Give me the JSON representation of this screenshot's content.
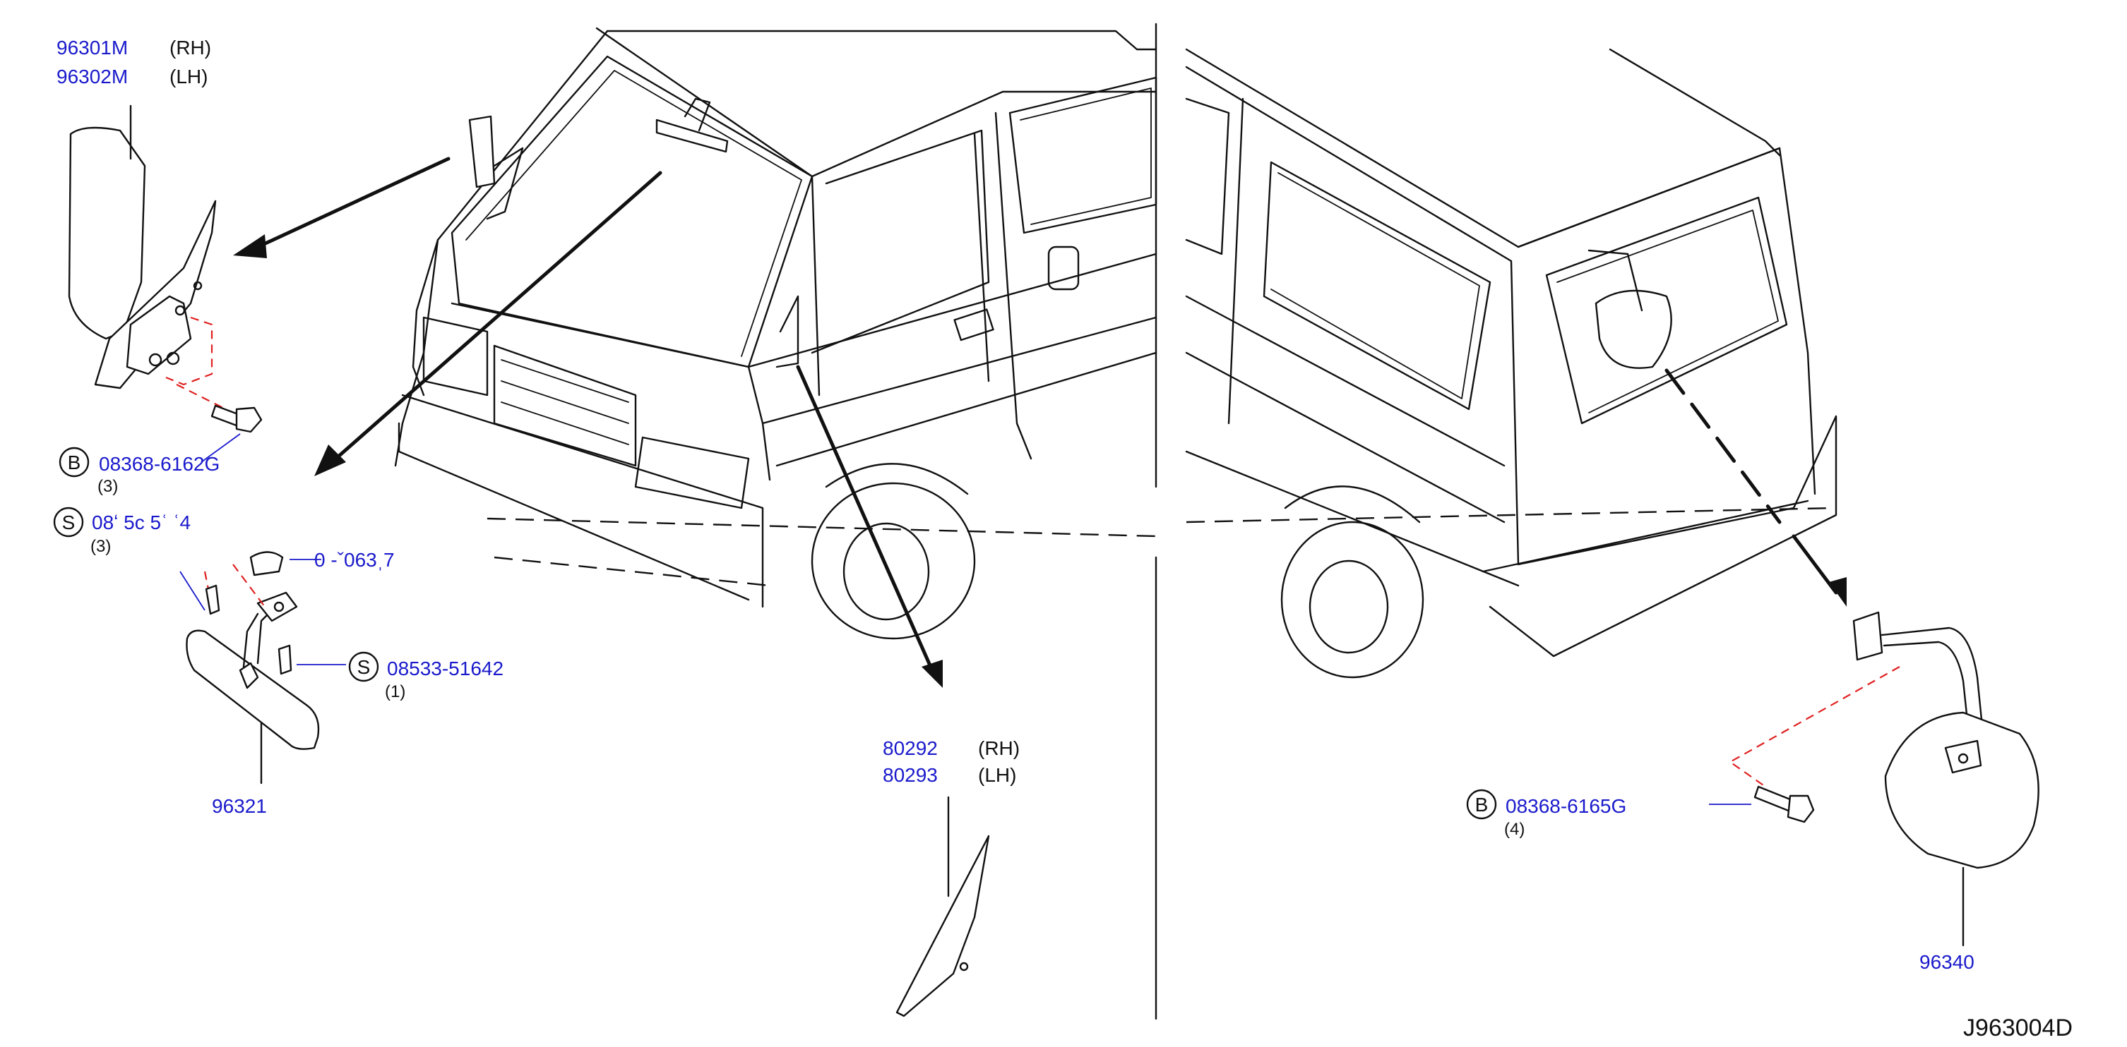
{
  "callouts": {
    "door_mirror_rh": {
      "part_no": "96301M",
      "side": "(RH)"
    },
    "door_mirror_lh": {
      "part_no": "96302M",
      "side": "(LH)"
    },
    "bolt_b1": {
      "circle": "B",
      "part_no": "08368-6162G",
      "qty": "(3)"
    },
    "screw_s1": {
      "circle": "S",
      "part_no": "08ʻ 5c 5ʿ ʿ4",
      "qty": "(3)"
    },
    "bracket": {
      "part_no": "0 -ˇ063ˌ7"
    },
    "screw_s2": {
      "circle": "S",
      "part_no": "08533-51642",
      "qty": "(1)"
    },
    "inside_mirror": {
      "part_no": "96321"
    },
    "corner_glass_rh": {
      "part_no": "80292",
      "side": "(RH)"
    },
    "corner_glass_lh": {
      "part_no": "80293",
      "side": "(LH)"
    },
    "bolt_b2": {
      "circle": "B",
      "part_no": "08368-6165G",
      "qty": "(4)"
    },
    "rear_mirror": {
      "part_no": "96340"
    }
  },
  "diagram_code": "J963004D",
  "colors": {
    "part_number": "#1a1acc",
    "line": "#111111",
    "dash_red": "#e02020"
  }
}
